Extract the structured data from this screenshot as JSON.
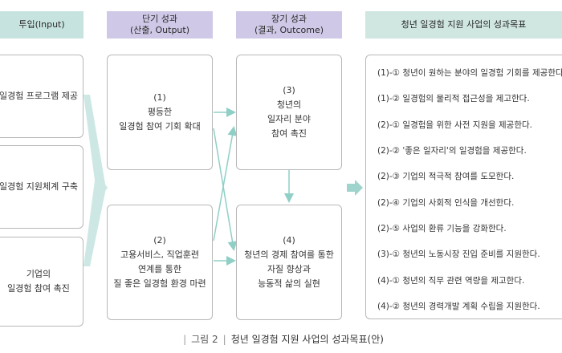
{
  "headers": {
    "input": [
      "투입(Input)"
    ],
    "short": [
      "단기 성과",
      "(산출, Output)"
    ],
    "long": [
      "장기 성과",
      "(결과, Outcome)"
    ],
    "goals": [
      "청년 일경험 지원 사업의 성과목표"
    ]
  },
  "inputs": [
    [
      "일경험 프로그램 제공"
    ],
    [
      "일경험 지원체계 구축"
    ],
    [
      "기업의",
      "일경험 참여 촉진"
    ]
  ],
  "short_term": [
    [
      "(1)",
      "평등한",
      "일경험 참여 기회 확대"
    ],
    [
      "(2)",
      "고용서비스, 직업훈련",
      "연계를 통한",
      "질 좋은 일경험 환경 마련"
    ]
  ],
  "long_term": [
    [
      "(3)",
      "청년의",
      "일자리 분야",
      "참여 촉진"
    ],
    [
      "(4)",
      "청년의 경제 참여를 통한",
      "자질 향상과",
      "능동적 삶의 실현"
    ]
  ],
  "goals": [
    "(1)-① 청년이 원하는 분야의 일경험 기회를 제공한다.",
    "(1)-② 일경험의 물리적 접근성을 제고한다.",
    "(2)-① 일경험을 위한 사전 지원을 제공한다.",
    "(2)-② '좋은 일자리'의 일경험을 제공한다.",
    "(2)-③ 기업의 적극적 참여를 도모한다.",
    "(2)-④ 기업의 사회적 인식을 개선한다.",
    "(2)-⑤ 사업의 환류 기능을 강화한다.",
    "(3)-① 청년의 노동시장 진입 준비를 지원한다.",
    "(4)-① 청년의 직무 관련 역량을 제고한다.",
    "(4)-② 청년의 경력개발 계획 수립을 지원한다."
  ],
  "caption": {
    "label": "그림 2",
    "text": "청년 일경험 지원 사업의 성과목표(안)"
  },
  "colors": {
    "header_teal": "#c7e3df",
    "header_purple": "#cfc8e6",
    "arrow": "#8fcfc6"
  }
}
